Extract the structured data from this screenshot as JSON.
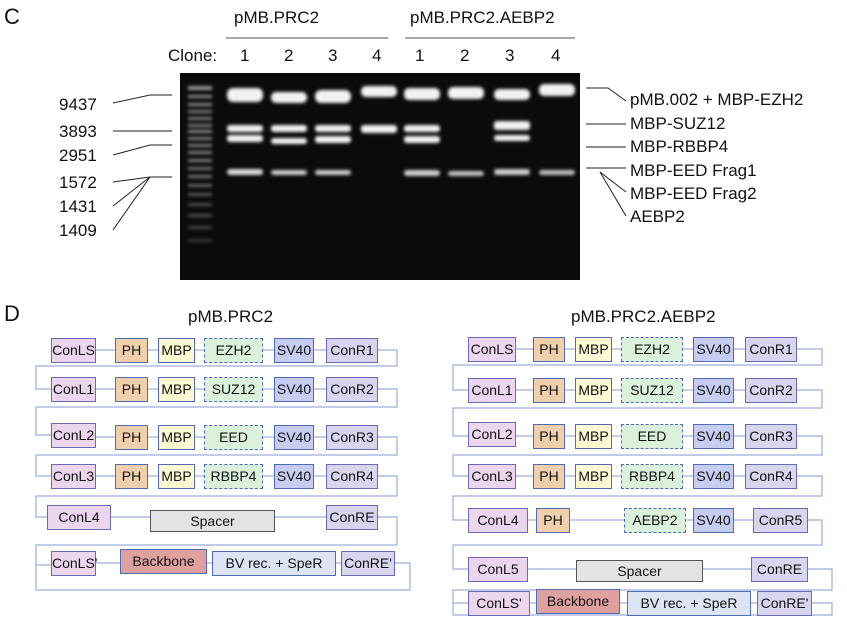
{
  "panel_c": {
    "letter": "C",
    "group1": "pMB.PRC2",
    "group2": "pMB.PRC2.AEBP2",
    "clone_label": "Clone:",
    "lanes": [
      "1",
      "2",
      "3",
      "4",
      "1",
      "2",
      "3",
      "4"
    ],
    "ladder": [
      "9437",
      "3893",
      "2951",
      "1572",
      "1431",
      "1409"
    ],
    "annotations": [
      "pMB.002 + MBP-EZH2",
      "MBP-SUZ12",
      "MBP-RBBP4",
      "MBP-EED Frag1",
      "MBP-EED Frag2",
      "AEBP2"
    ]
  },
  "panel_d": {
    "letter": "D",
    "left_title": "pMB.PRC2",
    "right_title": "pMB.PRC2.AEBP2",
    "left_rows": [
      [
        "ConLS",
        "PH",
        "MBP",
        "EZH2",
        "SV40",
        "ConR1"
      ],
      [
        "ConL1",
        "PH",
        "MBP",
        "SUZ12",
        "SV40",
        "ConR2"
      ],
      [
        "ConL2",
        "PH",
        "MBP",
        "EED",
        "SV40",
        "ConR3"
      ],
      [
        "ConL3",
        "PH",
        "MBP",
        "RBBP4",
        "SV40",
        "ConR4"
      ],
      [
        "ConL4",
        "Spacer",
        "ConRE"
      ],
      [
        "ConLS'",
        "Backbone",
        "BV rec. + SpeR",
        "ConRE'"
      ]
    ],
    "right_rows": [
      [
        "ConLS",
        "PH",
        "MBP",
        "EZH2",
        "SV40",
        "ConR1"
      ],
      [
        "ConL1",
        "PH",
        "MBP",
        "SUZ12",
        "SV40",
        "ConR2"
      ],
      [
        "ConL2",
        "PH",
        "MBP",
        "EED",
        "SV40",
        "ConR3"
      ],
      [
        "ConL3",
        "PH",
        "MBP",
        "RBBP4",
        "SV40",
        "ConR4"
      ],
      [
        "ConL4",
        "PH",
        "AEBP2",
        "SV40",
        "ConR5"
      ],
      [
        "ConL5",
        "Spacer",
        "ConRE"
      ],
      [
        "ConLS'",
        "Backbone",
        "BV rec. + SpeR",
        "ConRE'"
      ]
    ]
  }
}
